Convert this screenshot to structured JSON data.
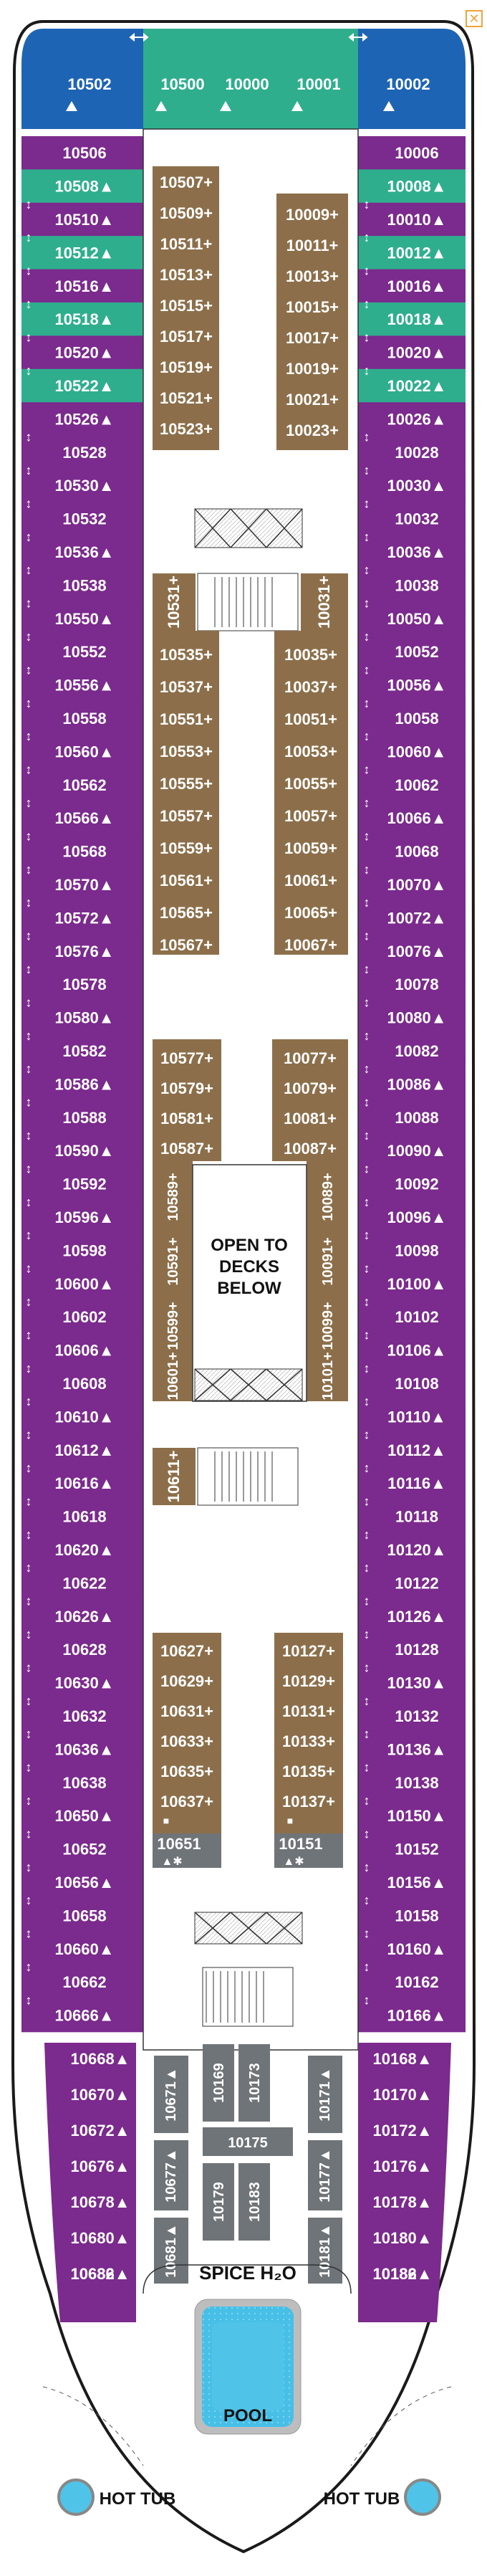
{
  "close_label": "✕",
  "colors": {
    "purple": "#7b2a8d",
    "green": "#2fae8e",
    "blue": "#1e64b4",
    "brown": "#8c6f4a",
    "gray": "#6f7478",
    "pool": "#4fc4e8",
    "hull": "#1a1a1a"
  },
  "icons": [
    "triangle-accessible-icon",
    "elevator-arrows-icon",
    "plus-connecting-icon",
    "square-icon",
    "star-icon"
  ],
  "bow_suites": {
    "left": "10502",
    "center": [
      "10500",
      "10000",
      "10001"
    ],
    "right": "10002"
  },
  "left_cabins": [
    {
      "label": "10506",
      "color": "purple",
      "arrow": false
    },
    {
      "label": "10508▲",
      "color": "green",
      "arrow": false
    },
    {
      "label": "10510▲",
      "color": "purple",
      "arrow": true
    },
    {
      "label": "10512▲",
      "color": "green",
      "arrow": true
    },
    {
      "label": "10516▲",
      "color": "purple",
      "arrow": true
    },
    {
      "label": "10518▲",
      "color": "green",
      "arrow": true
    },
    {
      "label": "10520▲",
      "color": "purple",
      "arrow": true
    },
    {
      "label": "10522▲",
      "color": "green",
      "arrow": true
    },
    {
      "label": "10526▲",
      "color": "purple",
      "arrow": false
    },
    {
      "label": "10528",
      "color": "purple",
      "arrow": true
    },
    {
      "label": "10530▲",
      "color": "purple",
      "arrow": true
    },
    {
      "label": "10532",
      "color": "purple",
      "arrow": true
    },
    {
      "label": "10536▲",
      "color": "purple",
      "arrow": true
    },
    {
      "label": "10538",
      "color": "purple",
      "arrow": true
    },
    {
      "label": "10550▲",
      "color": "purple",
      "arrow": true
    },
    {
      "label": "10552",
      "color": "purple",
      "arrow": true
    },
    {
      "label": "10556▲",
      "color": "purple",
      "arrow": true
    },
    {
      "label": "10558",
      "color": "purple",
      "arrow": true
    },
    {
      "label": "10560▲",
      "color": "purple",
      "arrow": true
    },
    {
      "label": "10562",
      "color": "purple",
      "arrow": true
    },
    {
      "label": "10566▲",
      "color": "purple",
      "arrow": true
    },
    {
      "label": "10568",
      "color": "purple",
      "arrow": true
    },
    {
      "label": "10570▲",
      "color": "purple",
      "arrow": true
    },
    {
      "label": "10572▲",
      "color": "purple",
      "arrow": true
    },
    {
      "label": "10576▲",
      "color": "purple",
      "arrow": true
    },
    {
      "label": "10578",
      "color": "purple",
      "arrow": true
    },
    {
      "label": "10580▲",
      "color": "purple",
      "arrow": true
    },
    {
      "label": "10582",
      "color": "purple",
      "arrow": true
    },
    {
      "label": "10586▲",
      "color": "purple",
      "arrow": true
    },
    {
      "label": "10588",
      "color": "purple",
      "arrow": true
    },
    {
      "label": "10590▲",
      "color": "purple",
      "arrow": true
    },
    {
      "label": "10592",
      "color": "purple",
      "arrow": true
    },
    {
      "label": "10596▲",
      "color": "purple",
      "arrow": true
    },
    {
      "label": "10598",
      "color": "purple",
      "arrow": true
    },
    {
      "label": "10600▲",
      "color": "purple",
      "arrow": true
    },
    {
      "label": "10602",
      "color": "purple",
      "arrow": true
    },
    {
      "label": "10606▲",
      "color": "purple",
      "arrow": true
    },
    {
      "label": "10608",
      "color": "purple",
      "arrow": true
    },
    {
      "label": "10610▲",
      "color": "purple",
      "arrow": true
    },
    {
      "label": "10612▲",
      "color": "purple",
      "arrow": true
    },
    {
      "label": "10616▲",
      "color": "purple",
      "arrow": true
    },
    {
      "label": "10618",
      "color": "purple",
      "arrow": true
    },
    {
      "label": "10620▲",
      "color": "purple",
      "arrow": true
    },
    {
      "label": "10622",
      "color": "purple",
      "arrow": true
    },
    {
      "label": "10626▲",
      "color": "purple",
      "arrow": true
    },
    {
      "label": "10628",
      "color": "purple",
      "arrow": true
    },
    {
      "label": "10630▲",
      "color": "purple",
      "arrow": true
    },
    {
      "label": "10632",
      "color": "purple",
      "arrow": true
    },
    {
      "label": "10636▲",
      "color": "purple",
      "arrow": true
    },
    {
      "label": "10638",
      "color": "purple",
      "arrow": true
    },
    {
      "label": "10650▲",
      "color": "purple",
      "arrow": true
    },
    {
      "label": "10652",
      "color": "purple",
      "arrow": true
    },
    {
      "label": "10656▲",
      "color": "purple",
      "arrow": true
    },
    {
      "label": "10658",
      "color": "purple",
      "arrow": true
    },
    {
      "label": "10660▲",
      "color": "purple",
      "arrow": true
    },
    {
      "label": "10662",
      "color": "purple",
      "arrow": true
    },
    {
      "label": "10666▲",
      "color": "purple",
      "arrow": true
    }
  ],
  "right_cabins": [
    {
      "label": "10006",
      "color": "purple",
      "arrow": false
    },
    {
      "label": "10008▲",
      "color": "green",
      "arrow": false
    },
    {
      "label": "10010▲",
      "color": "purple",
      "arrow": true
    },
    {
      "label": "10012▲",
      "color": "green",
      "arrow": true
    },
    {
      "label": "10016▲",
      "color": "purple",
      "arrow": true
    },
    {
      "label": "10018▲",
      "color": "green",
      "arrow": true
    },
    {
      "label": "10020▲",
      "color": "purple",
      "arrow": true
    },
    {
      "label": "10022▲",
      "color": "green",
      "arrow": true
    },
    {
      "label": "10026▲",
      "color": "purple",
      "arrow": false
    },
    {
      "label": "10028",
      "color": "purple",
      "arrow": true
    },
    {
      "label": "10030▲",
      "color": "purple",
      "arrow": true
    },
    {
      "label": "10032",
      "color": "purple",
      "arrow": true
    },
    {
      "label": "10036▲",
      "color": "purple",
      "arrow": true
    },
    {
      "label": "10038",
      "color": "purple",
      "arrow": true
    },
    {
      "label": "10050▲",
      "color": "purple",
      "arrow": true
    },
    {
      "label": "10052",
      "color": "purple",
      "arrow": true
    },
    {
      "label": "10056▲",
      "color": "purple",
      "arrow": true
    },
    {
      "label": "10058",
      "color": "purple",
      "arrow": true
    },
    {
      "label": "10060▲",
      "color": "purple",
      "arrow": true
    },
    {
      "label": "10062",
      "color": "purple",
      "arrow": true
    },
    {
      "label": "10066▲",
      "color": "purple",
      "arrow": true
    },
    {
      "label": "10068",
      "color": "purple",
      "arrow": true
    },
    {
      "label": "10070▲",
      "color": "purple",
      "arrow": true
    },
    {
      "label": "10072▲",
      "color": "purple",
      "arrow": true
    },
    {
      "label": "10076▲",
      "color": "purple",
      "arrow": true
    },
    {
      "label": "10078",
      "color": "purple",
      "arrow": true
    },
    {
      "label": "10080▲",
      "color": "purple",
      "arrow": true
    },
    {
      "label": "10082",
      "color": "purple",
      "arrow": true
    },
    {
      "label": "10086▲",
      "color": "purple",
      "arrow": true
    },
    {
      "label": "10088",
      "color": "purple",
      "arrow": true
    },
    {
      "label": "10090▲",
      "color": "purple",
      "arrow": true
    },
    {
      "label": "10092",
      "color": "purple",
      "arrow": true
    },
    {
      "label": "10096▲",
      "color": "purple",
      "arrow": true
    },
    {
      "label": "10098",
      "color": "purple",
      "arrow": true
    },
    {
      "label": "10100▲",
      "color": "purple",
      "arrow": true
    },
    {
      "label": "10102",
      "color": "purple",
      "arrow": true
    },
    {
      "label": "10106▲",
      "color": "purple",
      "arrow": true
    },
    {
      "label": "10108",
      "color": "purple",
      "arrow": true
    },
    {
      "label": "10110▲",
      "color": "purple",
      "arrow": true
    },
    {
      "label": "10112▲",
      "color": "purple",
      "arrow": true
    },
    {
      "label": "10116▲",
      "color": "purple",
      "arrow": true
    },
    {
      "label": "10118",
      "color": "purple",
      "arrow": true
    },
    {
      "label": "10120▲",
      "color": "purple",
      "arrow": true
    },
    {
      "label": "10122",
      "color": "purple",
      "arrow": true
    },
    {
      "label": "10126▲",
      "color": "purple",
      "arrow": true
    },
    {
      "label": "10128",
      "color": "purple",
      "arrow": true
    },
    {
      "label": "10130▲",
      "color": "purple",
      "arrow": true
    },
    {
      "label": "10132",
      "color": "purple",
      "arrow": true
    },
    {
      "label": "10136▲",
      "color": "purple",
      "arrow": true
    },
    {
      "label": "10138",
      "color": "purple",
      "arrow": true
    },
    {
      "label": "10150▲",
      "color": "purple",
      "arrow": true
    },
    {
      "label": "10152",
      "color": "purple",
      "arrow": true
    },
    {
      "label": "10156▲",
      "color": "purple",
      "arrow": true
    },
    {
      "label": "10158",
      "color": "purple",
      "arrow": true
    },
    {
      "label": "10160▲",
      "color": "purple",
      "arrow": true
    },
    {
      "label": "10162",
      "color": "purple",
      "arrow": true
    },
    {
      "label": "10166▲",
      "color": "purple",
      "arrow": true
    }
  ],
  "aft_left_cabins": [
    "10668▲",
    "10670▲",
    "10672▲",
    "10676▲",
    "10678▲",
    "10680▲",
    "10682▲",
    "10686▲"
  ],
  "aft_right_cabins": [
    "10168▲",
    "10170▲",
    "10172▲",
    "10176▲",
    "10178▲",
    "10180▲",
    "10182▲",
    "10186▲"
  ],
  "inner_left_block1": [
    "10507+",
    "10509+",
    "10511+",
    "10513+",
    "10515+",
    "10517+",
    "10519+",
    "10521+",
    "10523+"
  ],
  "inner_right_block1": [
    "10009+",
    "10011+",
    "10013+",
    "10015+",
    "10017+",
    "10019+",
    "10021+",
    "10023+"
  ],
  "inner_left_block2": [
    "10535+",
    "10537+",
    "10551+",
    "10553+",
    "10555+",
    "10557+",
    "10559+",
    "10561+",
    "10565+",
    "10567+"
  ],
  "inner_right_block2": [
    "10035+",
    "10037+",
    "10051+",
    "10053+",
    "10055+",
    "10057+",
    "10059+",
    "10061+",
    "10065+",
    "10067+"
  ],
  "inner_left_block3": [
    "10577+",
    "10579+",
    "10581+",
    "10587+"
  ],
  "inner_right_block3": [
    "10077+",
    "10079+",
    "10081+",
    "10087+"
  ],
  "inner_left_block4": [
    "10627+",
    "10629+",
    "10631+",
    "10633+",
    "10635+",
    "10637+"
  ],
  "inner_right_block4": [
    "10127+",
    "10129+",
    "10131+",
    "10133+",
    "10135+",
    "10137+"
  ],
  "vertical_cabins": {
    "v10531": "10531+",
    "v10031": "10031+",
    "v10589": "10589+",
    "v10591": "10591+",
    "v10599": "10599+",
    "v10601": "10601+",
    "v10089": "10089+",
    "v10091": "10091+",
    "v10099": "10099+",
    "v10101": "10101+",
    "v10611": "10611+"
  },
  "square_marker": "■",
  "gray_cabins": {
    "left": "10651",
    "right": "10151",
    "marker": "▲✱"
  },
  "open_to_decks_below": [
    "OPEN TO",
    "DECKS",
    "BELOW"
  ],
  "aft_gray": {
    "c10671": "10671▲",
    "c10677": "10677▲",
    "c10681": "10681▲",
    "c10171": "10171▲",
    "c10177": "10177▲",
    "c10181": "10181▲",
    "c10169": "10169",
    "c10173": "10173",
    "c10175": "10175",
    "c10179": "10179",
    "c10183": "10183"
  },
  "spice_h2o": "SPICE H₂O",
  "pool_label": "POOL",
  "hot_tub_left": "HOT TUB",
  "hot_tub_right": "HOT TUB"
}
